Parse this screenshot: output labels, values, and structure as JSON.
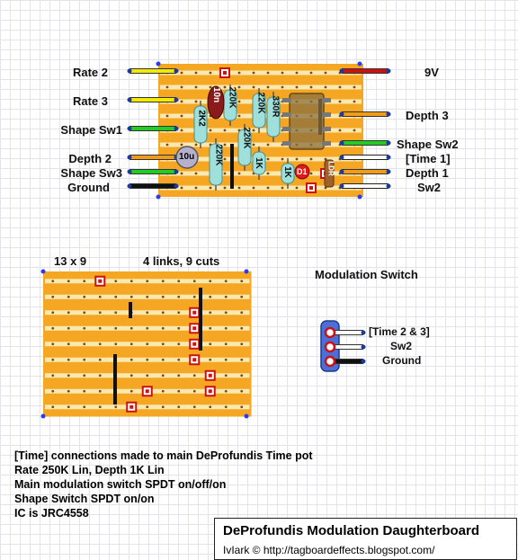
{
  "main_board": {
    "left_labels": [
      "Rate 2",
      "Rate 3",
      "Shape Sw1",
      "Depth 2",
      "Shape Sw3",
      "Ground"
    ],
    "right_labels": [
      "9V",
      "Depth 3",
      "Shape Sw2",
      "[Time 1]",
      "Depth 1",
      "Sw2"
    ],
    "components": {
      "r_2k2": "2K2",
      "c_10n": "10n",
      "r_220k_a": "220K",
      "r_220k_b": "220K",
      "r_220k_c": "220K",
      "r_220k_d": "220K",
      "r_330r": "330R",
      "r_1k_a": "1K",
      "r_1k_b": "1K",
      "c_10u": "10u",
      "d1": "D1",
      "ldr": "LDR"
    }
  },
  "layout_board": {
    "size_label": "13 x 9",
    "links_cuts_label": "4 links, 9 cuts"
  },
  "mod_switch": {
    "title": "Modulation Switch",
    "labels": [
      "[Time 2 & 3]",
      "Sw2",
      "Ground"
    ]
  },
  "notes": [
    "[Time] connections made to main DeProfundis Time pot",
    "Rate 250K Lin, Depth 1K Lin",
    "Main modulation switch SPDT on/off/on",
    "Shape Switch SPDT on/on",
    "IC is JRC4558"
  ],
  "footer": {
    "title": "DeProfundis Modulation Daughterboard",
    "credit": "IvIark © http://tagboardeffects.blogspot.com/"
  },
  "colors": {
    "board": "#f5a623",
    "strip": "#faefc0",
    "hole": "#7a4a12",
    "cut": "#cc1111",
    "wire_yellow": "#f2ea00",
    "wire_green": "#22cc22",
    "wire_orange": "#f29a1a",
    "wire_red": "#cc1111",
    "wire_black": "#111111",
    "wire_white": "#ffffff",
    "wire_blue": "#1a3aa0",
    "resistor": "#9fe0dc",
    "ic": "#8a7040",
    "cap_ceramic": "#8b1a1a",
    "cap_electrolytic": "#b7b0cc",
    "led": "#e01919",
    "ldr": "#a0622a",
    "switch": "#4a6fd8"
  }
}
